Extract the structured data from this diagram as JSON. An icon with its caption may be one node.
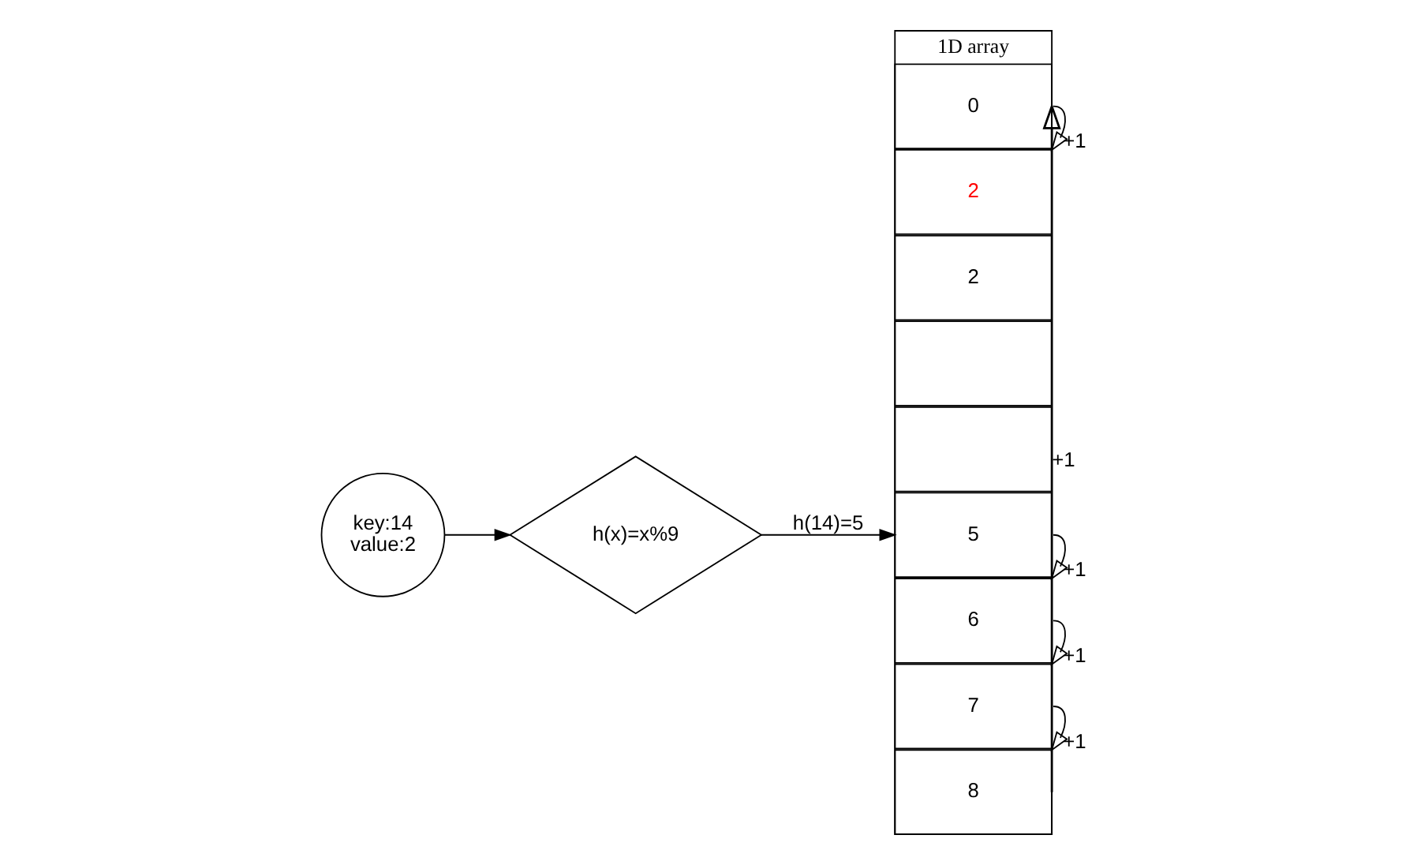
{
  "diagram": {
    "nodes": [
      {
        "text": [
          "key:14",
          "value:2"
        ]
      },
      {
        "text": [
          "h(x)=x%9"
        ]
      },
      {
        "text": [
          "1D array"
        ]
      },
      {
        "text": [
          "0"
        ],
        "in": 2
      },
      {
        "text": [
          "2"
        ],
        "in": 2
      },
      {
        "text": [
          "2"
        ],
        "in": 2
      },
      {
        "text": [],
        "shape": "box",
        "in": 2
      },
      {
        "text": [],
        "shape": "box",
        "in": 2
      },
      {
        "text": [
          "5"
        ],
        "in": 2
      },
      {
        "text": [
          "6"
        ],
        "in": 2
      },
      {
        "text": [
          "7"
        ],
        "in": 2
      },
      {
        "text": [
          "8"
        ],
        "in": 2
      }
    ],
    "edges": [
      {
        "from": 0,
        "to": 1,
        "arrow": "to"
      },
      {
        "from": 1,
        "to": 8,
        "arrow": "to",
        "label": "h(14)=5"
      },
      {
        "from": 8,
        "to": 9,
        "arrow": "to",
        "label": "+1"
      },
      {
        "from": 9,
        "to": 10,
        "arrow": "to",
        "label": "+1"
      },
      {
        "from": 10,
        "to": 11,
        "arrow": "to",
        "label": "+1"
      },
      {
        "from": 11,
        "to": 3,
        "arrow": "to",
        "label": "+1"
      },
      {
        "from": 3,
        "to": 4,
        "arrow": "to",
        "label": "+1"
      }
    ]
  }
}
